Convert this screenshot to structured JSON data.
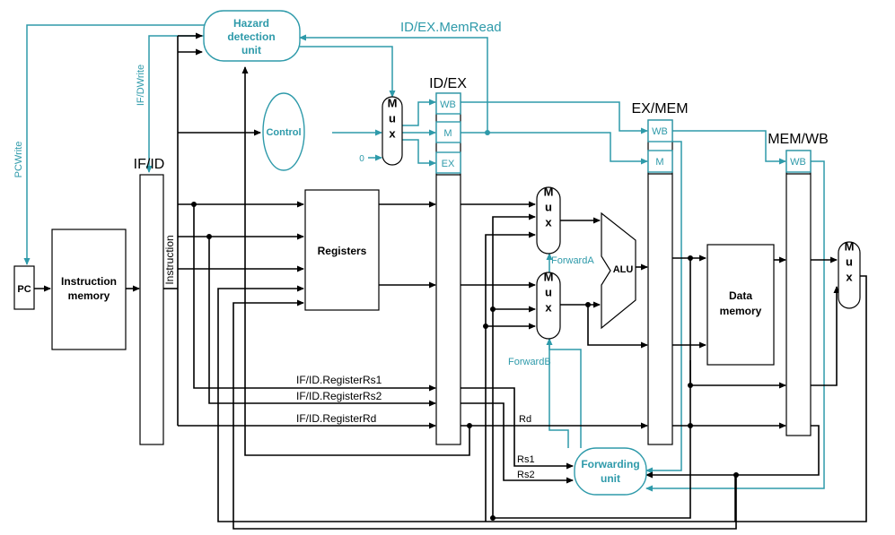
{
  "colors": {
    "control": "#2e9aaa",
    "datapath": "#000000"
  },
  "units": {
    "pc": "PC",
    "instruction_memory": [
      "Instruction",
      "memory"
    ],
    "registers": "Registers",
    "alu": "ALU",
    "data_memory": [
      "Data",
      "memory"
    ],
    "hazard_detection": [
      "Hazard",
      "detection",
      "unit"
    ],
    "control": "Control",
    "forwarding": [
      "Forwarding",
      "unit"
    ],
    "mux": "Mux"
  },
  "pipeline_registers": {
    "if_id": "IF/ID",
    "id_ex": "ID/EX",
    "ex_mem": "EX/MEM",
    "mem_wb": "MEM/WB"
  },
  "fields": {
    "wb": "WB",
    "m": "M",
    "ex": "EX"
  },
  "labels": {
    "pc_write": "PCWrite",
    "if_d_write": "IF/DWrite",
    "id_ex_mem_read": "ID/EX.MemRead",
    "instruction": "Instruction",
    "zero": "0",
    "forward_a": "ForwardA",
    "forward_b": "ForwardB",
    "register_rs1": "IF/ID.RegisterRs1",
    "register_rs2": "IF/ID.RegisterRs2",
    "register_rd": "IF/ID.RegisterRd",
    "rd": "Rd",
    "rs1": "Rs1",
    "rs2": "Rs2"
  }
}
